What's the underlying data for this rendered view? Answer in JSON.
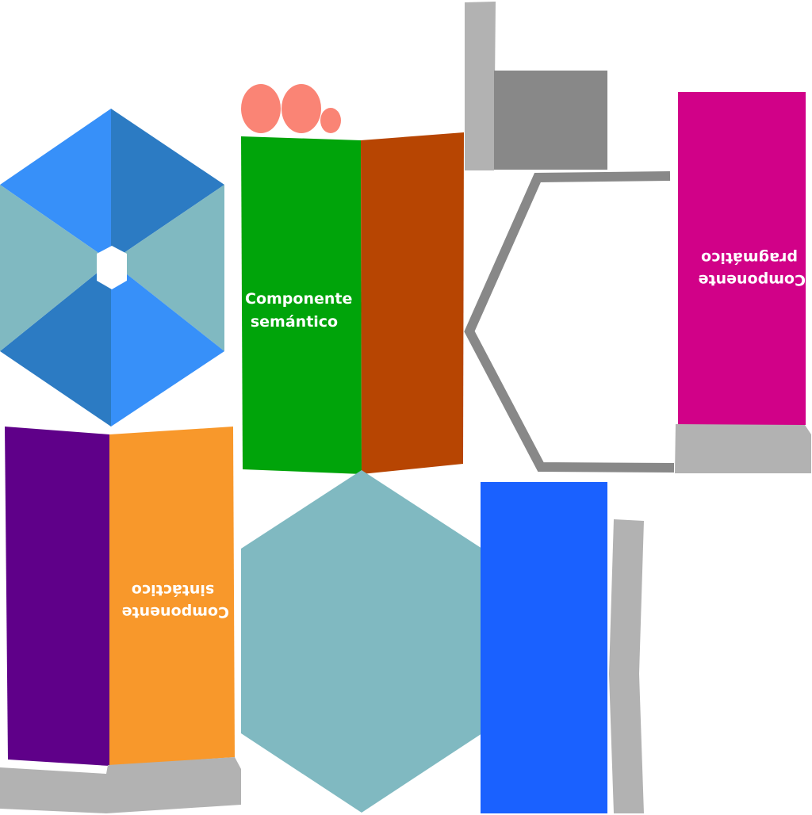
{
  "labels": {
    "semantic": [
      "Componente",
      "semántico"
    ],
    "pragmatic": [
      "Componente",
      "pragmático"
    ],
    "syntactic": [
      "Componente",
      "sintáctico"
    ]
  },
  "colors": {
    "hex_light_blue": "#3790f9",
    "hex_dark_blue": "#2c7bc3",
    "hex_teal": "#80b9c1",
    "green": "#00a40a",
    "rust": "#b74502",
    "magenta": "#d10188",
    "purple": "#5f0089",
    "orange": "#f8982b",
    "blue_panel": "#1a61ff",
    "gray_light": "#b2b2b2",
    "gray_dark": "#888888",
    "salmon": "#fa8475"
  }
}
